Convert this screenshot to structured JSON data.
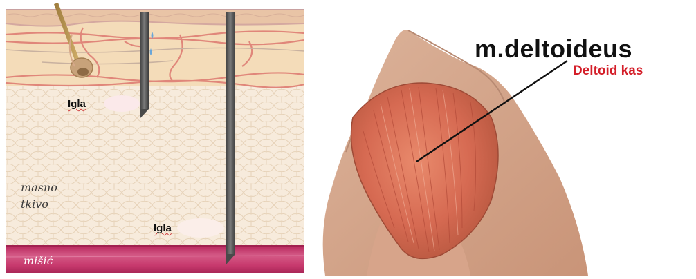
{
  "left_diagram": {
    "needle_label_upper": "Igla",
    "needle_label_lower": "Igla",
    "fat_tissue_label_line1": "masno",
    "fat_tissue_label_line2": "tkivo",
    "muscle_layer_label": "mišić"
  },
  "right_illustration": {
    "muscle_latin_name": "m.deltoideus",
    "muscle_local_name": "Deltoid kas"
  },
  "colors": {
    "skin_layer": "#f3d9b8",
    "epidermis": "#e8c7a6",
    "fat_tissue": "#f6eadb",
    "muscle_layer": "#c83a6e",
    "needle": "#5a5a5a",
    "deltoid_muscle": "#d9735a",
    "annotation_red": "#d41f2a"
  }
}
